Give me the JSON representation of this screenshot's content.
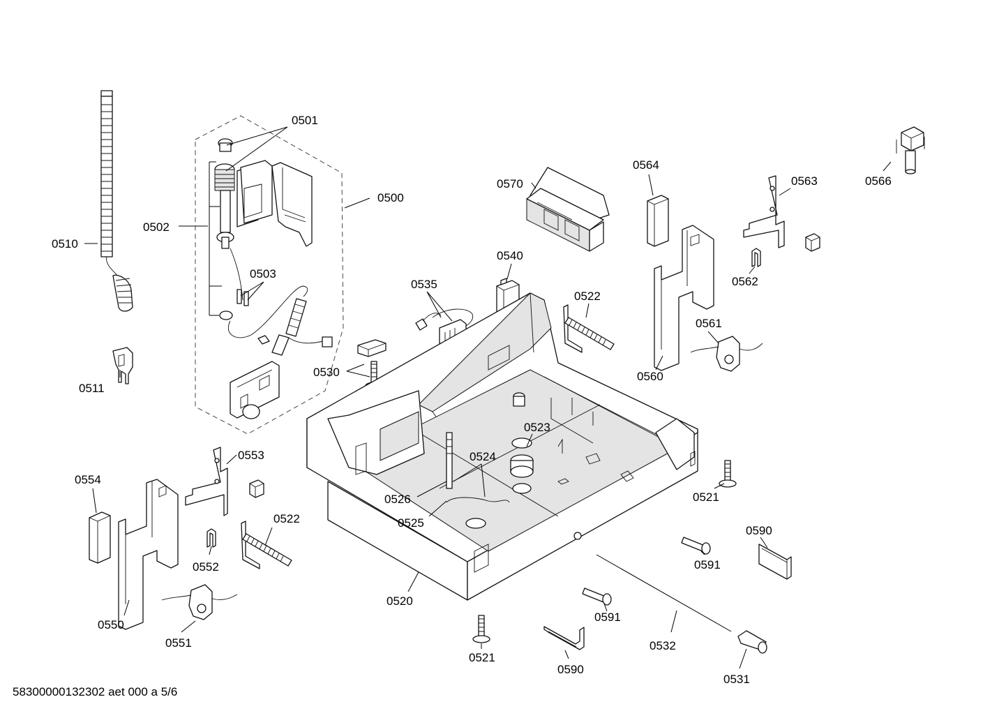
{
  "labels": {
    "l0501": "0501",
    "l0500": "0500",
    "l0502": "0502",
    "l0503": "0503",
    "l0510": "0510",
    "l0511": "0511",
    "l0530": "0530",
    "l0535": "0535",
    "l0540": "0540",
    "l0570": "0570",
    "l0564": "0564",
    "l0563": "0563",
    "l0566": "0566",
    "l0562": "0562",
    "l0522a": "0522",
    "l0561": "0561",
    "l0560": "0560",
    "l0523": "0523",
    "l0524": "0524",
    "l0526": "0526",
    "l0525": "0525",
    "l0521a": "0521",
    "l0590a": "0590",
    "l0591a": "0591",
    "l0553": "0553",
    "l0554": "0554",
    "l0522b": "0522",
    "l0552": "0552",
    "l0550": "0550",
    "l0551": "0551",
    "l0520": "0520",
    "l0591b": "0591",
    "l0532": "0532",
    "l0521b": "0521",
    "l0590b": "0590",
    "l0531": "0531"
  },
  "footer": "58300000132302 aet 000 a 5/6"
}
